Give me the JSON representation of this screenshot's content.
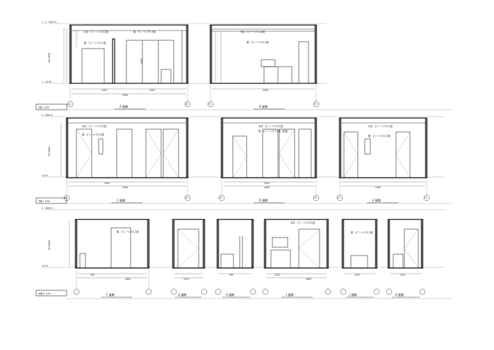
{
  "sheet": {
    "scale_label": "S=1/50"
  },
  "common": {
    "level_top": "2 −800 FL",
    "level_floor": "±0 FL",
    "level_mark": "▽",
    "ceiling_height_label": "CH 2600",
    "finish_ceiling": "天井：ビニールクロス貼",
    "finish_wall": "壁：ビニールクロス貼",
    "finish_wall_paint": "壁：ビニールクロス貼（塗装）",
    "dim_ext": "2400",
    "dim_inner": "1200"
  },
  "elevations": [
    {
      "id": "A",
      "title": "A 展開"
    },
    {
      "id": "B",
      "title": "B 展開"
    },
    {
      "id": "C",
      "title": "C 展開"
    },
    {
      "id": "D",
      "title": "D 展開"
    },
    {
      "id": "E",
      "title": "E 展開"
    },
    {
      "id": "F",
      "title": "F 展開"
    },
    {
      "id": "G",
      "title": "G 展開"
    },
    {
      "id": "H",
      "title": "H 展開"
    },
    {
      "id": "I",
      "title": "I 展開"
    },
    {
      "id": "J",
      "title": "J 展開"
    },
    {
      "id": "K",
      "title": "K 展開"
    }
  ],
  "row_labels": [
    {
      "id": "r1",
      "text": "A室 / 1/50"
    },
    {
      "id": "r2",
      "text": "共用 / 1/50"
    },
    {
      "id": "r3",
      "text": "水廻り 1/50"
    }
  ],
  "grid_bubbles": [
    "X1",
    "X2",
    "X3",
    "Y1",
    "Y2"
  ],
  "dims": [
    "1200",
    "2400",
    "3200",
    "1800",
    "2600",
    "900",
    "1475",
    "2100"
  ]
}
